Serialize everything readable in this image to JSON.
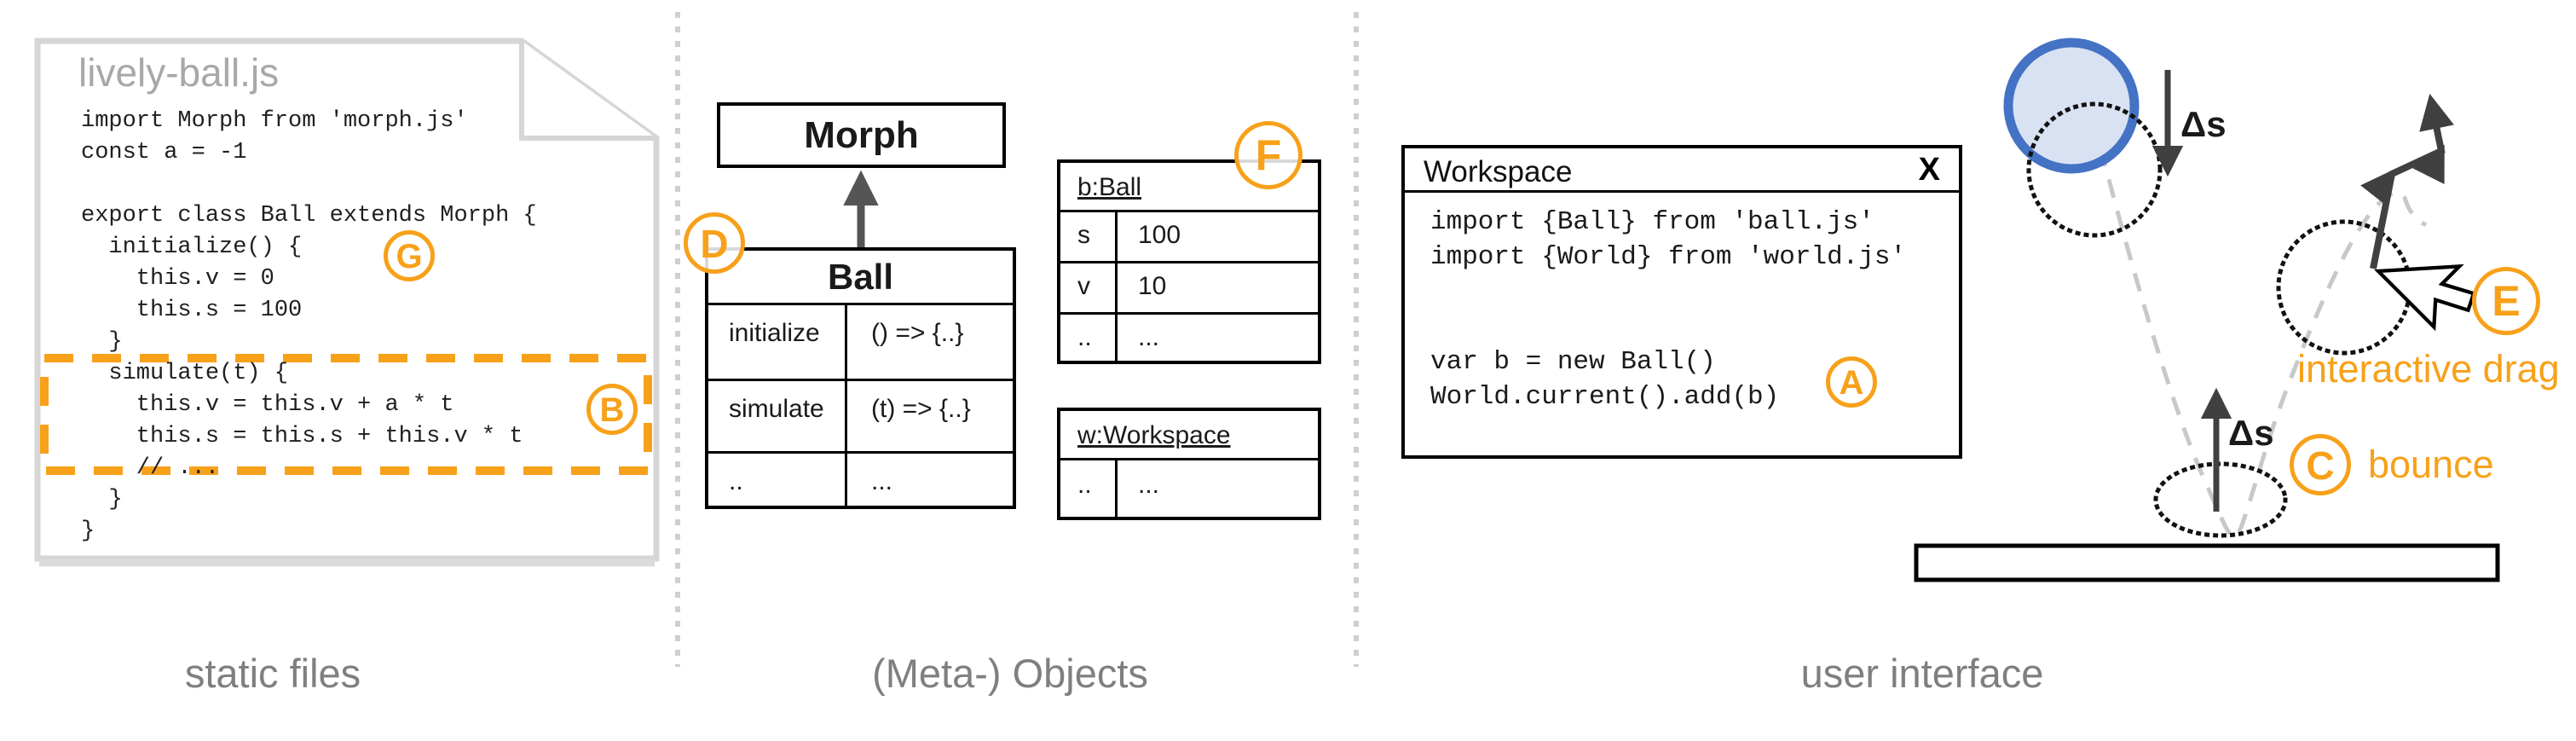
{
  "colors": {
    "accent_orange": "#f7a11a",
    "ball_fill": "#d9e2f3",
    "ball_stroke": "#4472c4",
    "muted_gray": "#7f7f7f",
    "file_title_gray": "#a8a8a8"
  },
  "badges": {
    "a": "A",
    "b": "B",
    "c": "C",
    "d": "D",
    "e": "E",
    "f": "F",
    "g": "G"
  },
  "panels": {
    "static_files": {
      "label": "static files",
      "file": {
        "name": "lively-ball.js",
        "code": "import Morph from 'morph.js'\nconst a = -1\n\nexport class Ball extends Morph {\n  initialize() {\n    this.v = 0\n    this.s = 100\n  }\n  simulate(t) {\n    this.v = this.v + a * t\n    this.s = this.s + this.v * t\n    // ...\n  }\n}"
      }
    },
    "meta_objects": {
      "label": "(Meta-) Objects",
      "morph_class": {
        "title": "Morph"
      },
      "ball_class": {
        "title": "Ball",
        "rows": [
          [
            "initialize",
            "() => {..}"
          ],
          [
            "simulate",
            "(t) => {..}"
          ],
          [
            "..",
            "..."
          ]
        ]
      },
      "ball_instance": {
        "title": "b:Ball",
        "rows": [
          [
            "s",
            "100"
          ],
          [
            "v",
            "10"
          ],
          [
            "..",
            "..."
          ]
        ]
      },
      "workspace_instance": {
        "title": "w:Workspace",
        "rows": [
          [
            "..",
            "..."
          ]
        ]
      }
    },
    "user_interface": {
      "label": "user interface",
      "workspace_window": {
        "title": "Workspace",
        "close_label": "X",
        "code": "import {Ball} from 'ball.js'\nimport {World} from 'world.js'\n\n\nvar b = new Ball()\nWorld.current().add(b)"
      },
      "sim": {
        "delta_s": "Δs",
        "bounce_label": "bounce",
        "drag_label": "interactive drag"
      }
    }
  }
}
